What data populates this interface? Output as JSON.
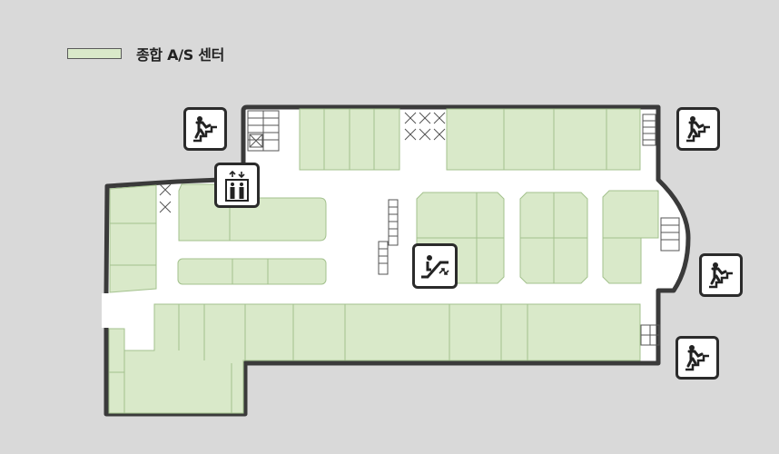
{
  "legend": {
    "label": "종합 A/S 센터",
    "swatch_color": "#d9e9c9",
    "store_category": "store-zone"
  },
  "colors": {
    "background": "#d9d9d9",
    "floor": "#ffffff",
    "store": "#d9e9c9",
    "store_border": "#a3c18d",
    "wall": "#3a3a3a"
  },
  "facilities": [
    {
      "type": "stairs",
      "icon": "stairs-icon"
    },
    {
      "type": "elevator",
      "icon": "elevator-icon"
    },
    {
      "type": "stairs",
      "icon": "stairs-icon"
    },
    {
      "type": "stairs",
      "icon": "stairs-icon"
    },
    {
      "type": "escalator",
      "icon": "escalator-icon"
    },
    {
      "type": "stairs",
      "icon": "stairs-icon"
    }
  ]
}
